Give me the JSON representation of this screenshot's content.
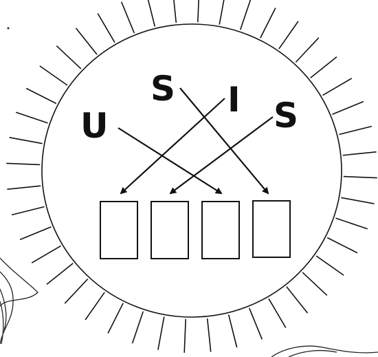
{
  "puzzle": {
    "scrambled_letters": [
      "U",
      "S",
      "I",
      "S"
    ],
    "answer_box_count": 4,
    "arrows": [
      {
        "from_letter": 0,
        "to_box": 2
      },
      {
        "from_letter": 1,
        "to_box": 3
      },
      {
        "from_letter": 2,
        "to_box": 0
      },
      {
        "from_letter": 3,
        "to_box": 1
      }
    ]
  },
  "colors": {
    "ink": "#111111",
    "background": "#ffffff"
  }
}
